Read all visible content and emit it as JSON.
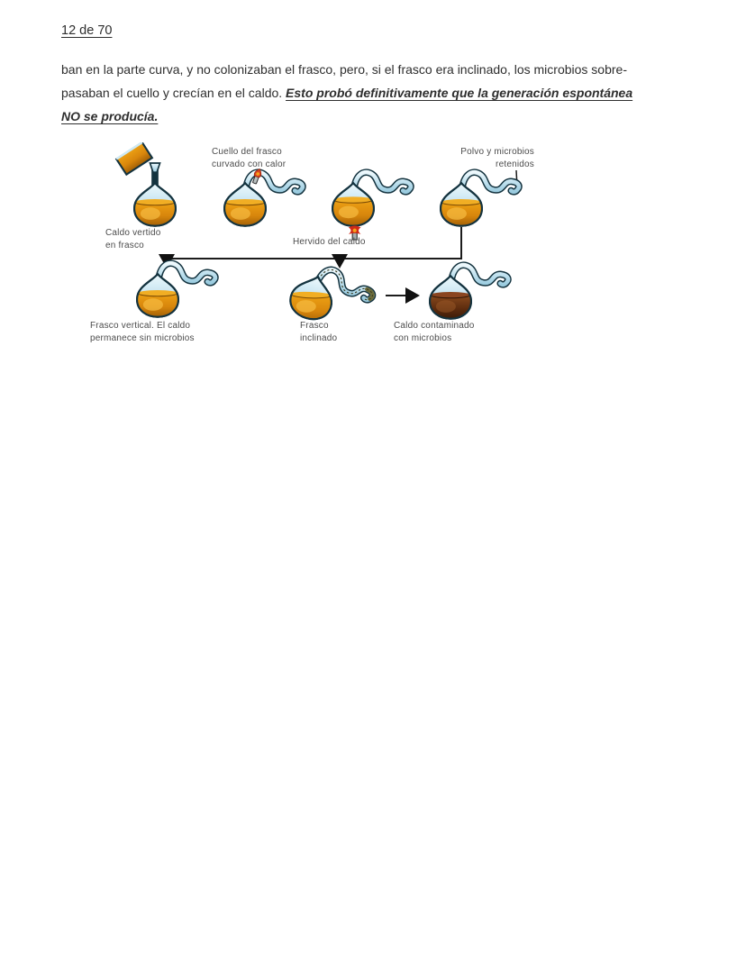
{
  "page": {
    "number_label": "12 de 70"
  },
  "paragraph": {
    "line1": "ban en la parte curva, y no colonizaban el frasco, pero, si el frasco era inclinado, los microbios sobre-",
    "line2_normal": "pasaban el cuello y crecían en el caldo. ",
    "emphasis_line1": "Esto probó definitivamente que la generación espontánea",
    "emphasis_line2": "NO se producía."
  },
  "figure": {
    "labels": {
      "caldo_vertido_1": "Caldo vertido",
      "caldo_vertido_2": "en frasco",
      "cuello_1": "Cuello del frasco",
      "cuello_2": "curvado con calor",
      "hervido": "Hervido del caldo",
      "polvo_1": "Polvo y microbios",
      "polvo_2": "retenidos",
      "vertical_1": "Frasco vertical. El caldo",
      "vertical_2": "permanece sin microbios",
      "inclinado_1": "Frasco",
      "inclinado_2": "inclinado",
      "contaminado_1": "Caldo contaminado",
      "contaminado_2": "con microbios"
    },
    "colors": {
      "glass_blue": "#bfe0ee",
      "broth_amber": "#d8860c",
      "broth_contaminated": "#5e2c0e",
      "outline": "#14333f"
    }
  }
}
